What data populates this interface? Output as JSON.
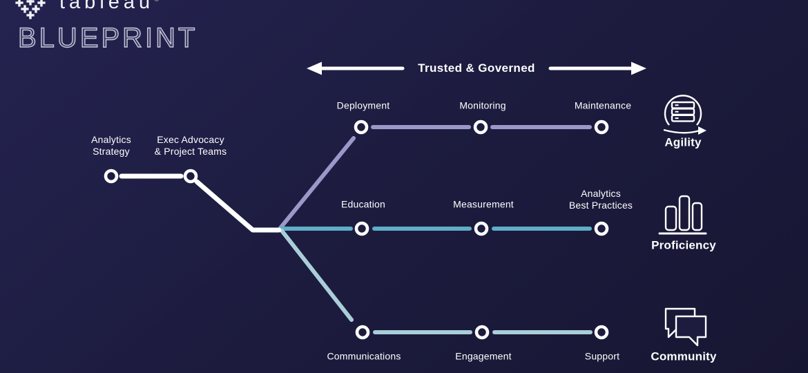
{
  "brand": {
    "wordmark": "tableau",
    "registered": "®",
    "product": "BLUEPRINT"
  },
  "banner": {
    "title": "Trusted & Governed"
  },
  "trunk": {
    "color": "#ffffff",
    "stations": [
      "Analytics\nStrategy",
      "Exec Advocacy\n& Project Teams"
    ]
  },
  "tracks": [
    {
      "name": "Agility",
      "color": "#9b98c9",
      "icon": "server-sprint-icon",
      "stations": [
        "Deployment",
        "Monitoring",
        "Maintenance"
      ]
    },
    {
      "name": "Proficiency",
      "color": "#5fadc6",
      "icon": "bar-chart-icon",
      "stations": [
        "Education",
        "Measurement",
        "Analytics\nBest Practices"
      ]
    },
    {
      "name": "Community",
      "color": "#a9ced8",
      "icon": "chat-bubbles-icon",
      "stations": [
        "Communications",
        "Engagement",
        "Support"
      ]
    }
  ],
  "palette": {
    "background": "#1d1c3e",
    "node_ring": "#ffffff",
    "banner_arrows": "#ffffff",
    "blueprint_outline": "#c6c8da",
    "logo_mark": "#f2f2f7"
  }
}
